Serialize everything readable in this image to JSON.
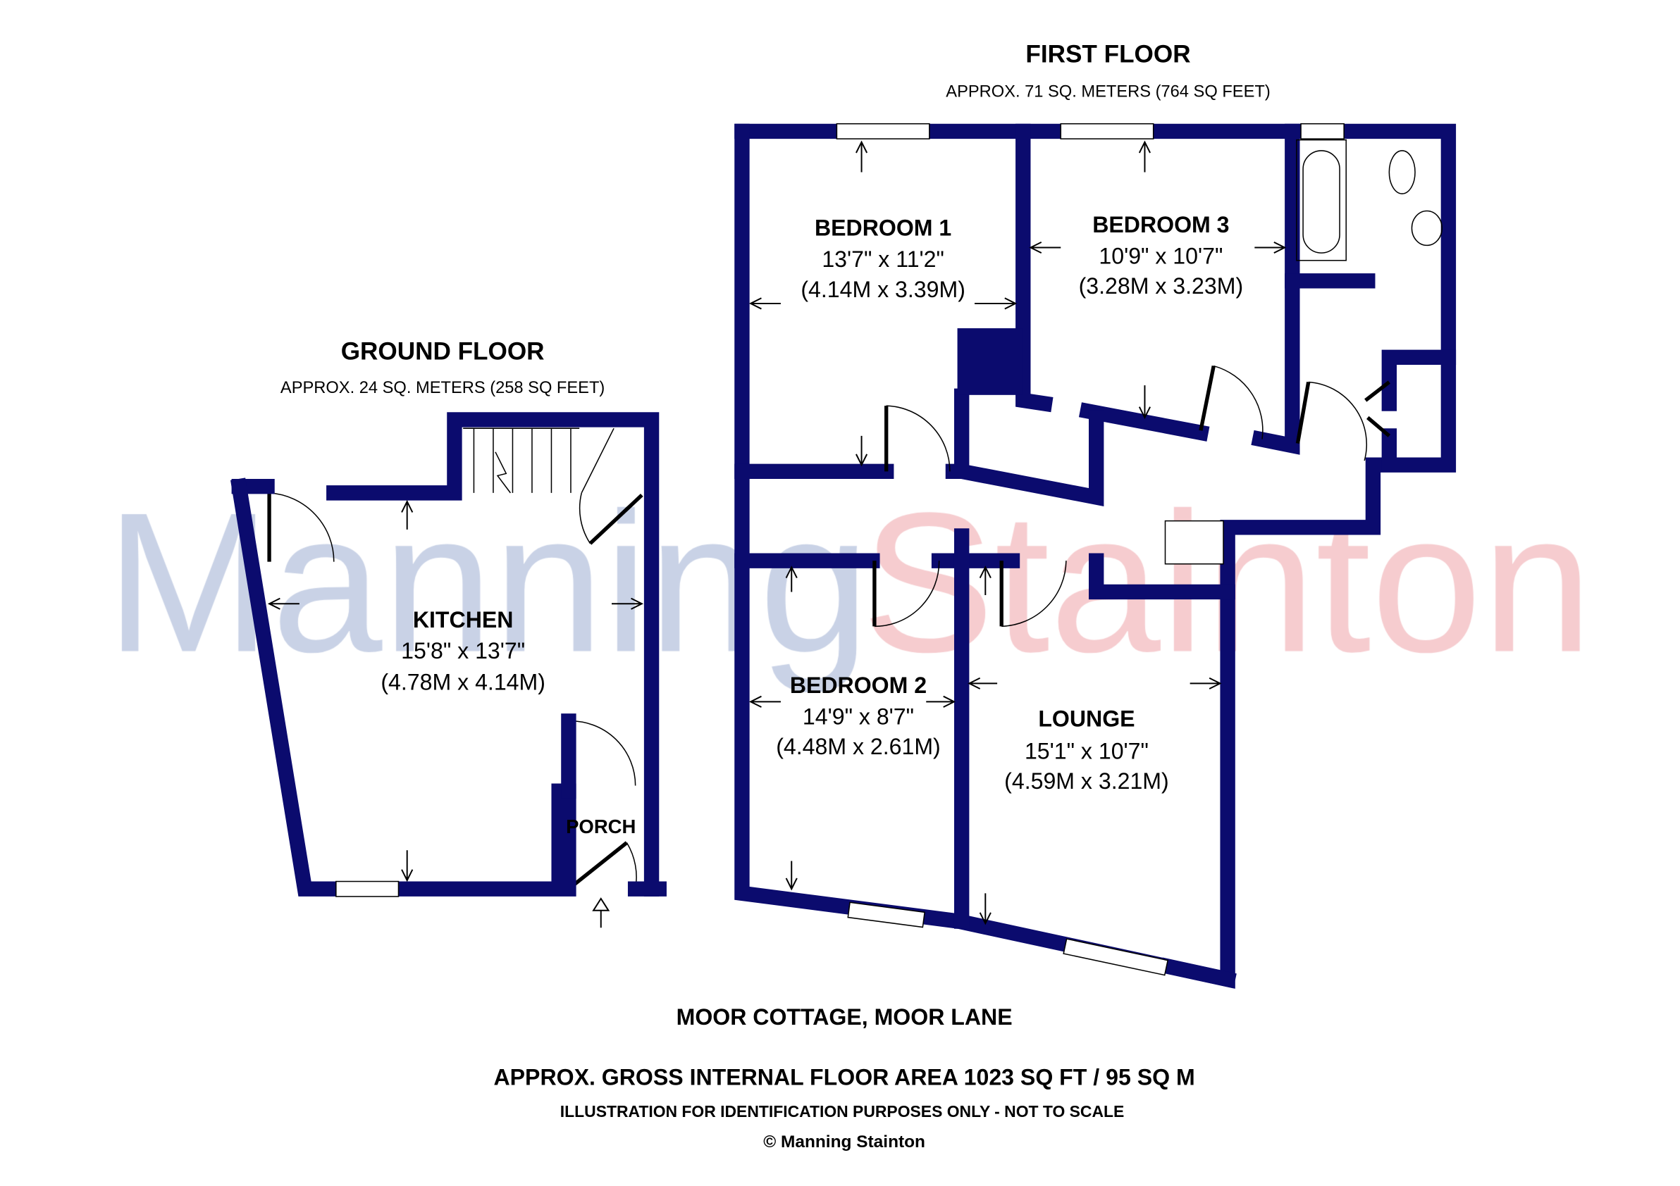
{
  "watermark": {
    "part1": "Manning",
    "part2": "Stainton",
    "color1": "#c9d2e6",
    "color2": "#f6cccf"
  },
  "wall_color": "#0b0b6e",
  "first_floor": {
    "title": "FIRST FLOOR",
    "area": "APPROX. 71 SQ. METERS (764 SQ FEET)",
    "rooms": [
      {
        "name": "BEDROOM 1",
        "imperial": "13'7\" x 11'2\"",
        "metric": "(4.14M x 3.39M)"
      },
      {
        "name": "BEDROOM 3",
        "imperial": "10'9\" x 10'7\"",
        "metric": "(3.28M x 3.23M)"
      },
      {
        "name": "BEDROOM 2",
        "imperial": "14'9\" x 8'7\"",
        "metric": "(4.48M x 2.61M)"
      },
      {
        "name": "LOUNGE",
        "imperial": "15'1\" x 10'7\"",
        "metric": "(4.59M x 3.21M)"
      }
    ]
  },
  "ground_floor": {
    "title": "GROUND FLOOR",
    "area": "APPROX. 24 SQ. METERS (258 SQ FEET)",
    "rooms": [
      {
        "name": "KITCHEN",
        "imperial": "15'8\" x 13'7\"",
        "metric": "(4.78M x 4.14M)"
      },
      {
        "name": "PORCH"
      }
    ]
  },
  "footer": {
    "address": "MOOR COTTAGE, MOOR LANE",
    "gross_area": "APPROX. GROSS INTERNAL FLOOR AREA 1023 SQ FT / 95 SQ M",
    "disclaimer": "ILLUSTRATION FOR IDENTIFICATION PURPOSES ONLY - NOT TO SCALE",
    "copyright": "© Manning Stainton"
  }
}
